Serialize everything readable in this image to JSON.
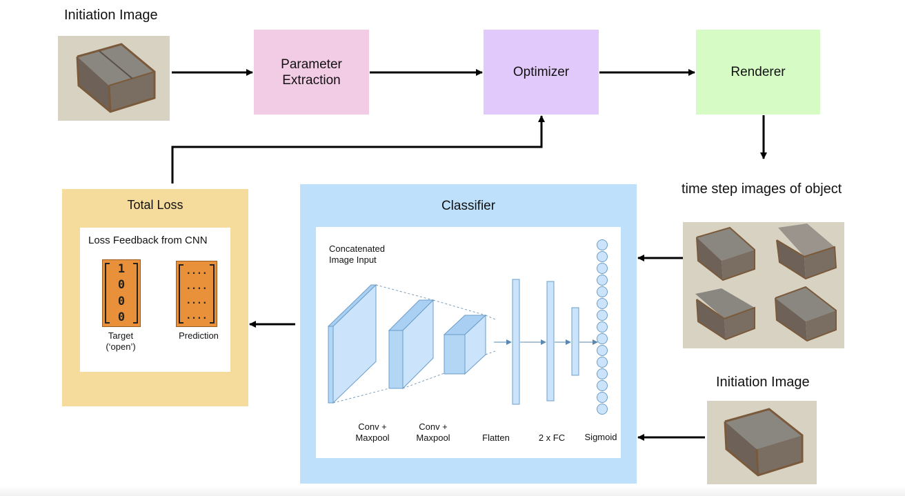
{
  "top": {
    "initiation_label": "Initiation Image",
    "parameter_extraction": "Parameter Extraction",
    "optimizer": "Optimizer",
    "renderer": "Renderer"
  },
  "right": {
    "time_step_label": "time step images of object",
    "initiation_label": "Initiation Image"
  },
  "loss": {
    "title": "Total Loss",
    "subtitle": "Loss Feedback from CNN",
    "target_values": [
      "1",
      "0",
      "0",
      "0"
    ],
    "prediction_values": [
      "....",
      "....",
      "....",
      "...."
    ],
    "target_caption": "Target",
    "target_caption2": "(‘open’)",
    "prediction_caption": "Prediction"
  },
  "classifier": {
    "title": "Classifier",
    "input_label_1": "Concatenated",
    "input_label_2": "Image Input",
    "conv1_1": "Conv +",
    "conv1_2": "Maxpool",
    "conv2_1": "Conv +",
    "conv2_2": "Maxpool",
    "flatten": "Flatten",
    "fc": "2 x FC",
    "sigmoid": "Sigmoid"
  },
  "colors": {
    "parameter_extraction": "#f2cbe5",
    "optimizer": "#e2c9fb",
    "renderer": "#d6fbc5",
    "loss_panel": "#f5dc9c",
    "classifier_panel": "#bfe0fb",
    "target_matrix": "#e8913a"
  }
}
